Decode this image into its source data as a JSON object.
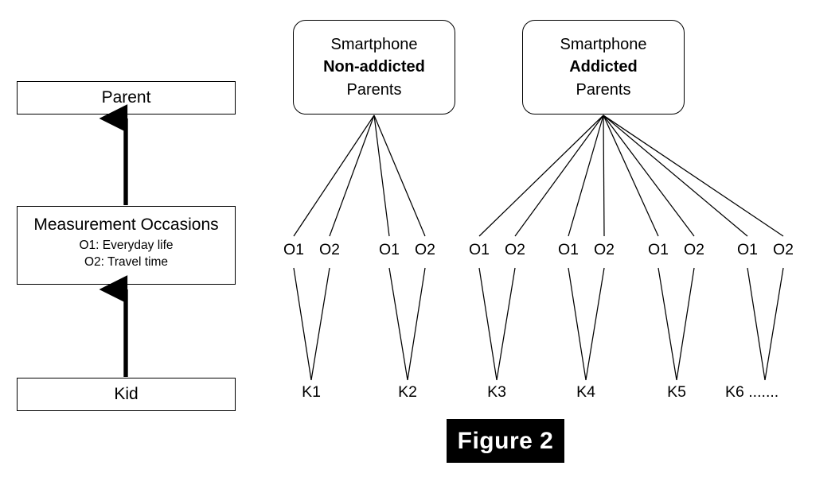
{
  "figure": {
    "caption": "Figure 2"
  },
  "left_panel": {
    "levels": [
      {
        "id": "parent",
        "title": "Parent",
        "sublines": []
      },
      {
        "id": "measurement-occasions",
        "title": "Measurement Occasions",
        "sublines": [
          "O1: Everyday life",
          "O2: Travel time"
        ]
      },
      {
        "id": "kid",
        "title": "Kid",
        "sublines": []
      }
    ],
    "arrows": [
      {
        "from": "kid",
        "to": "measurement-occasions",
        "direction": "up"
      },
      {
        "from": "measurement-occasions",
        "to": "parent",
        "direction": "up"
      }
    ]
  },
  "right_panel": {
    "groups": [
      {
        "id": "non-addicted",
        "lines": [
          {
            "text": "Smartphone",
            "bold": false
          },
          {
            "text": "Non-addicted",
            "bold": true
          },
          {
            "text": "Parents",
            "bold": false
          }
        ],
        "kid_ids": [
          "K1",
          "K2"
        ]
      },
      {
        "id": "addicted",
        "lines": [
          {
            "text": "Smartphone",
            "bold": false
          },
          {
            "text": "Addicted",
            "bold": true
          },
          {
            "text": "Parents",
            "bold": false
          }
        ],
        "kid_ids": [
          "K3",
          "K4",
          "K5",
          "K6 ......."
        ]
      }
    ],
    "occasion_labels": [
      "O1",
      "O2"
    ],
    "occasion_pairs": [
      {
        "group": "non-addicted",
        "kid": "K1",
        "labels": [
          "O1",
          "O2"
        ]
      },
      {
        "group": "non-addicted",
        "kid": "K2",
        "labels": [
          "O1",
          "O2"
        ]
      },
      {
        "group": "addicted",
        "kid": "K3",
        "labels": [
          "O1",
          "O2"
        ]
      },
      {
        "group": "addicted",
        "kid": "K4",
        "labels": [
          "O1",
          "O2"
        ]
      },
      {
        "group": "addicted",
        "kid": "K5",
        "labels": [
          "O1",
          "O2"
        ]
      },
      {
        "group": "addicted",
        "kid": "K6",
        "labels": [
          "O1",
          "O2"
        ]
      }
    ],
    "kids": [
      "K1",
      "K2",
      "K3",
      "K4",
      "K5",
      "K6 ......."
    ]
  },
  "colors": {
    "stroke": "#000000",
    "background": "#ffffff",
    "caption_background": "#000000",
    "caption_text": "#ffffff"
  }
}
